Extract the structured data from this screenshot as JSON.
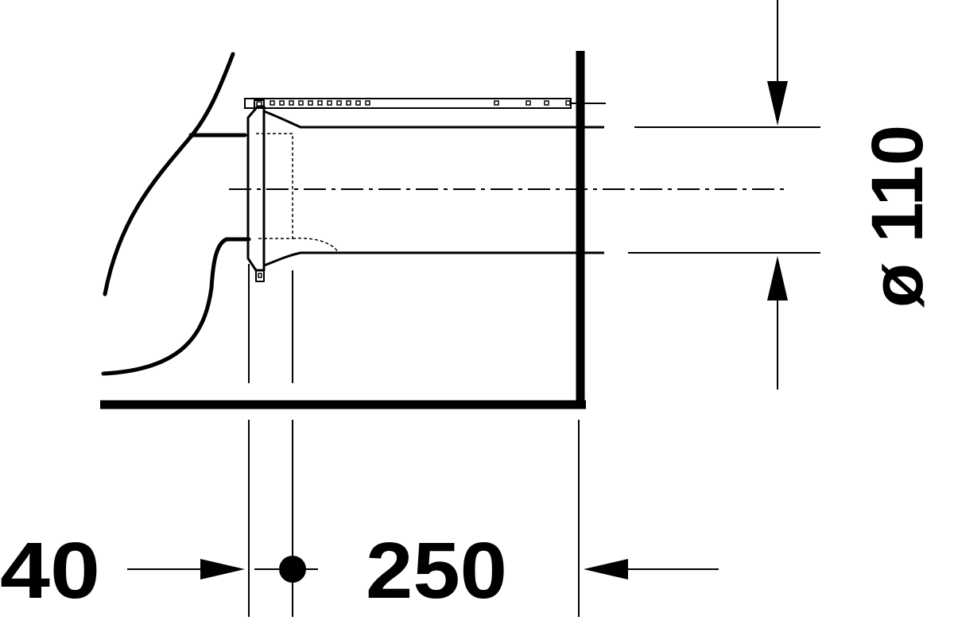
{
  "dimensions": {
    "left_offset": "40",
    "outlet_distance": "250",
    "pipe_diameter": "ø 110"
  },
  "colors": {
    "line": "#000000",
    "background": "#ffffff"
  }
}
